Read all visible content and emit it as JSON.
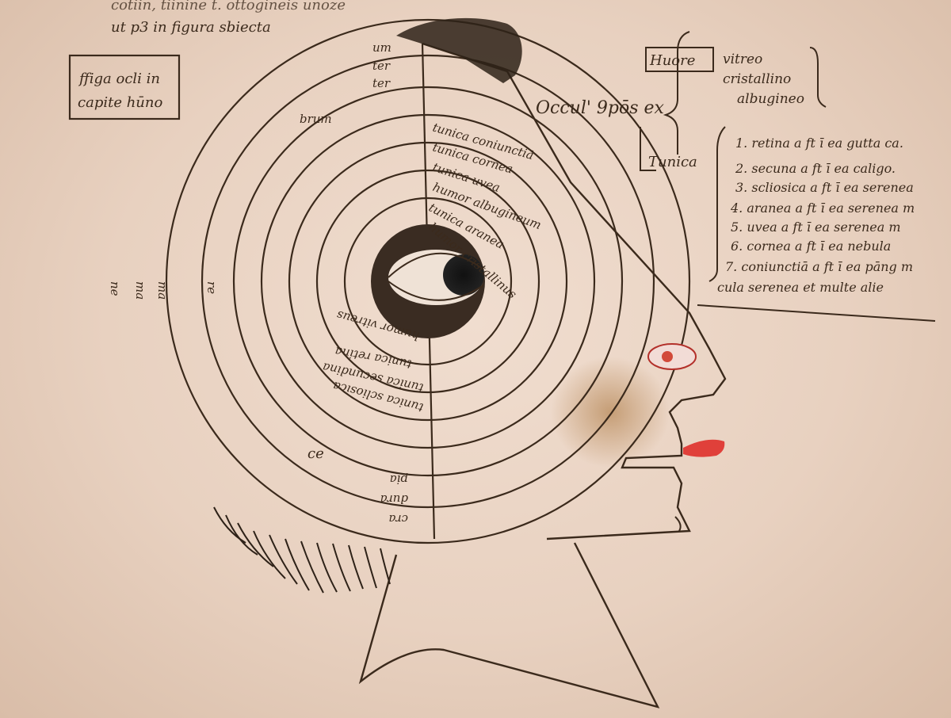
{
  "header": {
    "line1": "cotiin, tiinine t. ottogineis unoze",
    "line2": "ut p3 in figura sbiecta"
  },
  "caption": {
    "line1": "ffiga ocli in",
    "line2": "capite hūno"
  },
  "title_main": "Occul' 9pōs ex",
  "humores": {
    "label": "Huore",
    "items": [
      "vitreo",
      "cristallino",
      "albugineo"
    ]
  },
  "tunica": {
    "label": "Tunica",
    "items": [
      "1. retina a ft ī ea gutta ca.",
      "2. secuna a ft ī ea caligo.",
      "3. scliosica a ft ī ea serenea",
      "4. aranea a ft ī ea serenea m",
      "5. uvea a ft ī ea serenea m",
      "6. cornea a ft ī ea nebula",
      "7. coniunctiā a ft ī ea pāng m",
      "cula serenea et multe alie"
    ]
  },
  "eye_layers_right": [
    "tunica coniunctiā",
    "tunica cornea",
    "tunica uvea",
    "humor albugineum",
    "tunica aranea",
    "humor cristallinus"
  ],
  "eye_layers_lower": [
    "humor vitreus",
    "tunica retina",
    "tunica secundina",
    "tunica scliosica"
  ],
  "scalp_labels": [
    "um",
    "ter",
    "ter",
    "brum"
  ],
  "neck_labels": [
    "pia",
    "dura",
    "cra"
  ],
  "left_labels": [
    "ne",
    "ma",
    "ma",
    "re"
  ],
  "curl_label": "ce",
  "colors": {
    "ink": "#3b2a1c",
    "parchment": "#ecd6c6",
    "red": "#e0403a",
    "hair": "#2e2218"
  }
}
